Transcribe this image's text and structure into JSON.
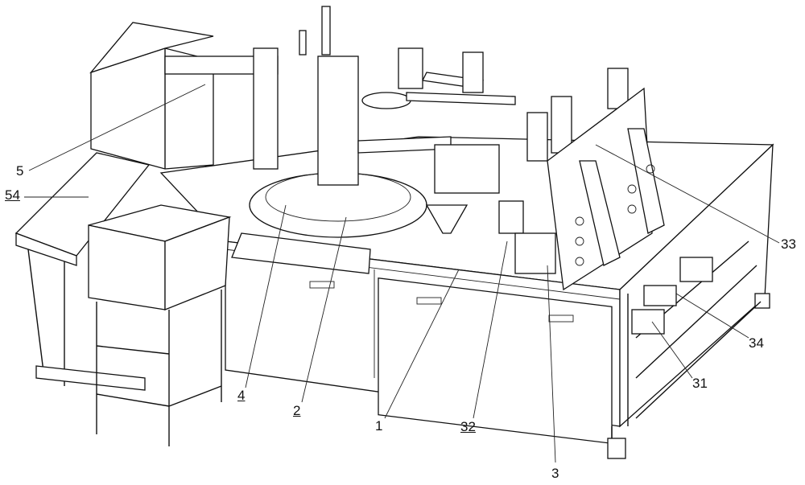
{
  "figure": {
    "type": "patent-drawing",
    "labels": {
      "l5": "5",
      "l54": "54",
      "l4": "4",
      "l2": "2",
      "l1": "1",
      "l32": "32",
      "l3": "3",
      "l31": "31",
      "l34": "34",
      "l33": "33"
    }
  }
}
